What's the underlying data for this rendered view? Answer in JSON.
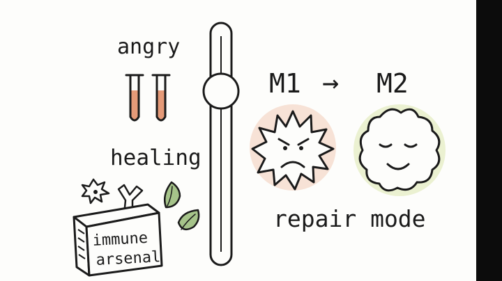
{
  "labels": {
    "angry": "angry",
    "healing": "healing",
    "m1": "M1",
    "arrow": "→",
    "m2": "M2",
    "repair_mode": "repair mode",
    "immune": "immune",
    "arsenal": "arsenal"
  },
  "colors": {
    "background": "#fdfdfb",
    "ink": "#1a1a1a",
    "tube_fill": "#e59a78",
    "leaf_fill": "#a6c48a",
    "angry_glow": "#f0c2a8",
    "calm_glow": "#d9e6a8",
    "side_bar": "#0c0c0c"
  },
  "icons": [
    "test-tubes-icon",
    "slider-icon",
    "angry-macrophage-icon",
    "calm-macrophage-icon",
    "leaf-icon",
    "immune-box-icon",
    "antibody-icon",
    "virus-icon"
  ]
}
